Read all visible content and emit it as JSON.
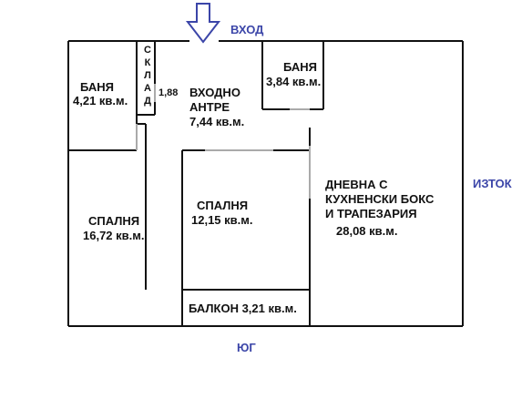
{
  "compass": {
    "entrance": "ВХОД",
    "east": "ИЗТОК",
    "south": "ЮГ"
  },
  "rooms": {
    "bath_left": {
      "name": "БАНЯ",
      "area": "4,21 кв.м."
    },
    "storage": {
      "letters": [
        "С",
        "К",
        "Л",
        "А",
        "Д"
      ],
      "area": "1,88"
    },
    "hall": {
      "line1": "ВХОДНО",
      "line2": "АНТРЕ",
      "area": "7,44 кв.м."
    },
    "bath_right": {
      "name": "БАНЯ",
      "area": "3,84 кв.м."
    },
    "living": {
      "line1": "ДНЕВНА С",
      "line2": "КУХНЕНСКИ БОКС",
      "line3": "И ТРАПЕЗАРИЯ",
      "area": "28,08 кв.м."
    },
    "bedroom_left": {
      "name": "СПАЛНЯ",
      "area": "16,72 кв.м."
    },
    "bedroom_mid": {
      "name": "СПАЛНЯ",
      "area": "12,15 кв.м."
    },
    "balcony": {
      "label": "БАЛКОН 3,21 кв.м."
    }
  },
  "colors": {
    "wall": "#111111",
    "door_gap": "#aaaaaa",
    "arrow": "#3b45a8",
    "text": "#111111"
  }
}
